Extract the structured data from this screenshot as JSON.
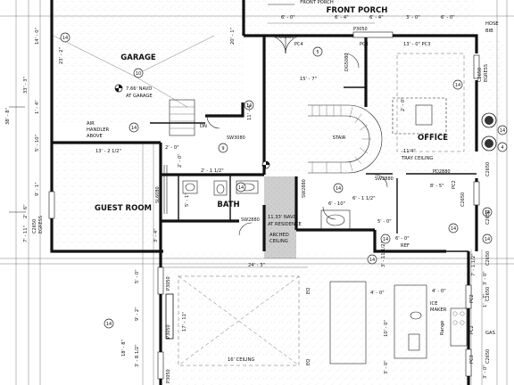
{
  "rooms": {
    "front_porch_top": "FRONT PORCH",
    "front_porch": "FRONT PORCH",
    "garage": "GARAGE",
    "office": "OFFICE",
    "guest_room": "GUEST ROOM",
    "bath": "BATH",
    "stair": "STAIR"
  },
  "notes": {
    "garage_navd": "7.66' NAVD",
    "garage_navd2": "AT GARAGE",
    "air_handler": [
      "AIR",
      "HANDLER",
      "ABOVE"
    ],
    "tray_ceiling_a": "11'4\"",
    "tray_ceiling_b": "TRAY CEILING",
    "residence_navd": [
      "11.33' NAVD",
      "AT RESIDENCE"
    ],
    "arched_ceiling": [
      "ARCHED",
      "CEILING"
    ],
    "ice_maker": [
      "ICE",
      "MAKER"
    ],
    "range": "Range",
    "gas": "GAS",
    "ceiling_16": "16' CEILING",
    "hose_bib": [
      "HOSE",
      "BIB"
    ],
    "egress_left": [
      "C2650",
      "EGRESS"
    ],
    "egress_right": [
      "C2650",
      "EGRESS"
    ],
    "ref": "REF",
    "dn": "DN",
    "eq": "EQ"
  },
  "dimensions": {
    "top_row": [
      "6' - 0\"",
      "6' - 4\"",
      "6' - 4\"",
      "3' - 0\"",
      "6' - 0\""
    ],
    "porch_row": [
      "13' - 0\" PC3"
    ],
    "left_col": [
      "14' - 0\"",
      "23' - 2\"",
      "33' - 3\"",
      "1' - 4\"",
      "5' - 10\"",
      "9' - 1\"",
      "7' - 11\"",
      "2' - 6\"",
      "38' - 8\""
    ],
    "guest": "13' - 2 1/2\"",
    "garage_right": "20' - 1\"",
    "stair_w": "15' - 7\"",
    "stair_v": "11' - 4\"",
    "bath_w": "2' - 1 1/2\"",
    "bath_a": "2' - 0\"",
    "bath_b": "5' - 1\"",
    "bath_c": "3' - 4\"",
    "hall": "6' - 1 1/2\"",
    "hall2": "6' - 10\"",
    "hall3": "5' - 0\"",
    "ref_w": "6' - 0\"",
    "span_24": "24' - 3\"",
    "span_3_11": "3' - 11 1/2\"",
    "kitchen": [
      "4' - 0\"",
      "4' - 0\"",
      "8' - 5\"",
      "7' - 1 1/2\"",
      "9' - 2\"",
      "5' - 0\"",
      "18' - 8\"",
      "3' - 8 1/2\"",
      "17' - 11\"",
      "10' - 0\"",
      "3' - 0\""
    ],
    "right_col": [
      "2' - 0\"",
      "2' - 0\"",
      "3' - 0\"",
      "1' - 7\"",
      "3' - 0\""
    ]
  },
  "tags": {
    "doors": [
      "DG6080",
      "PC4",
      "PC3",
      "DG5080",
      "SW3080",
      "SL6080",
      "SW2880",
      "SW2880",
      "SW2880",
      "PD2880",
      "P3050",
      "P3050",
      "P3050",
      "P3050",
      "C2650",
      "C2650",
      "C2650",
      "C2650",
      "C2650",
      "C2650",
      "PC2",
      "PC3",
      "PC2",
      "PC2"
    ],
    "callouts": [
      "10",
      "14",
      "14",
      "14",
      "14",
      "14",
      "14",
      "14",
      "14",
      "14",
      "14",
      "14",
      "9",
      "4",
      "5",
      "14",
      "14"
    ]
  }
}
